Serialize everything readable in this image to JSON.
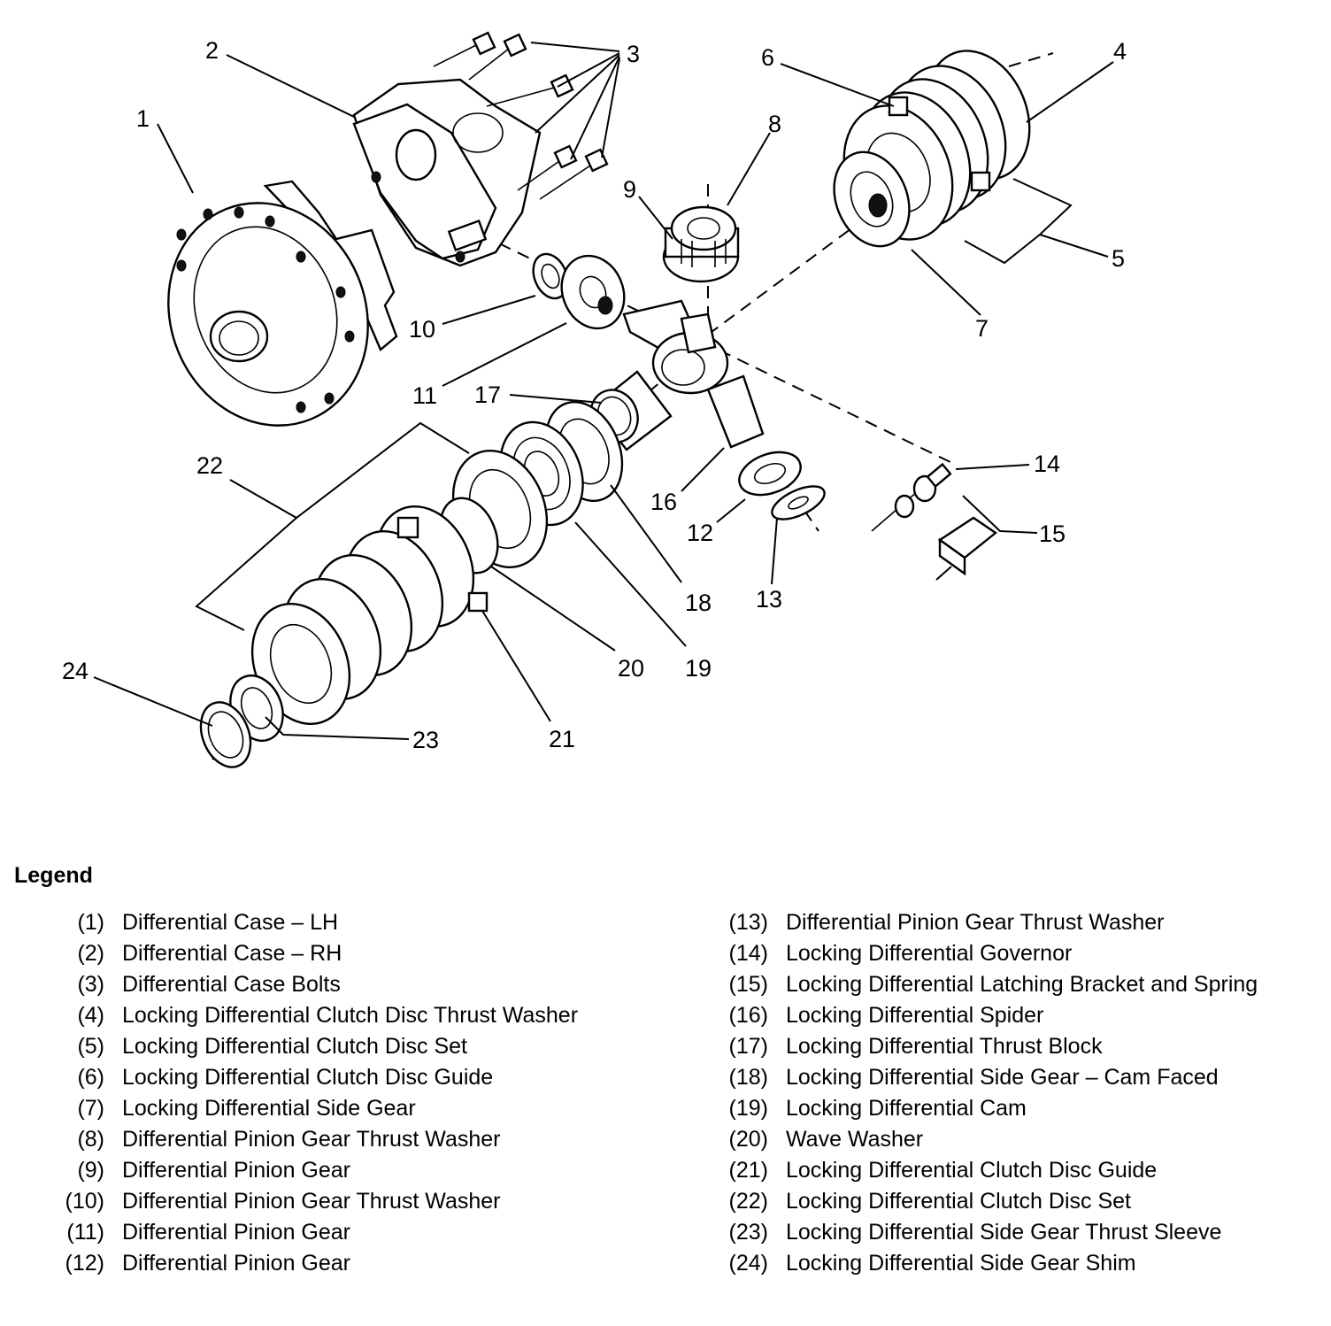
{
  "callouts": [
    "1",
    "2",
    "3",
    "4",
    "5",
    "6",
    "7",
    "8",
    "9",
    "10",
    "11",
    "12",
    "13",
    "14",
    "15",
    "16",
    "17",
    "18",
    "19",
    "20",
    "21",
    "22",
    "23",
    "24"
  ],
  "legend": {
    "title": "Legend",
    "items": [
      {
        "num": "(1)",
        "text": "Differential Case – LH"
      },
      {
        "num": "(2)",
        "text": "Differential Case – RH"
      },
      {
        "num": "(3)",
        "text": "Differential Case Bolts"
      },
      {
        "num": "(4)",
        "text": "Locking Differential Clutch Disc Thrust Washer"
      },
      {
        "num": "(5)",
        "text": "Locking Differential Clutch Disc Set"
      },
      {
        "num": "(6)",
        "text": "Locking Differential Clutch Disc Guide"
      },
      {
        "num": "(7)",
        "text": "Locking Differential Side Gear"
      },
      {
        "num": "(8)",
        "text": "Differential Pinion Gear Thrust Washer"
      },
      {
        "num": "(9)",
        "text": "Differential Pinion Gear"
      },
      {
        "num": "(10)",
        "text": "Differential Pinion Gear Thrust Washer"
      },
      {
        "num": "(11)",
        "text": "Differential Pinion Gear"
      },
      {
        "num": "(12)",
        "text": "Differential Pinion Gear"
      },
      {
        "num": "(13)",
        "text": "Differential Pinion Gear Thrust Washer"
      },
      {
        "num": "(14)",
        "text": "Locking Differential Governor"
      },
      {
        "num": "(15)",
        "text": "Locking Differential Latching Bracket and Spring"
      },
      {
        "num": "(16)",
        "text": "Locking Differential Spider"
      },
      {
        "num": "(17)",
        "text": "Locking Differential Thrust Block"
      },
      {
        "num": "(18)",
        "text": "Locking Differential Side Gear – Cam Faced"
      },
      {
        "num": "(19)",
        "text": "Locking Differential Cam"
      },
      {
        "num": "(20)",
        "text": "Wave Washer"
      },
      {
        "num": "(21)",
        "text": "Locking Differential Clutch Disc Guide"
      },
      {
        "num": "(22)",
        "text": "Locking Differential Clutch Disc Set"
      },
      {
        "num": "(23)",
        "text": "Locking Differential Side Gear Thrust Sleeve"
      },
      {
        "num": "(24)",
        "text": "Locking Differential Side Gear Shim"
      }
    ]
  }
}
